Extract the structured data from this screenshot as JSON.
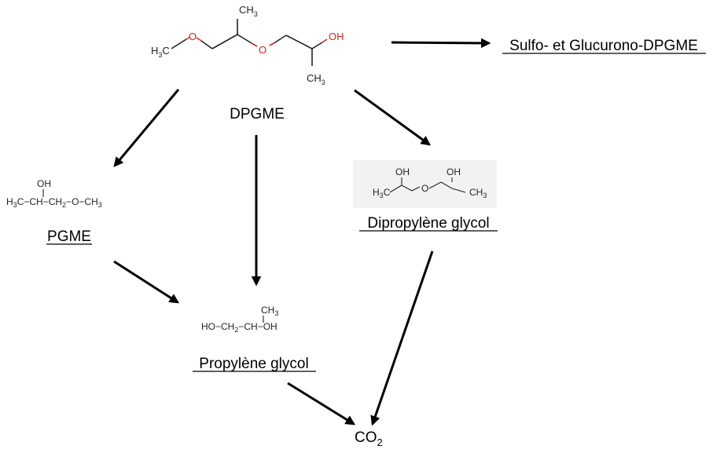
{
  "nodes": {
    "dpgme": "DPGME",
    "sulfo": "Sulfo- et Glucurono-DPGME",
    "pgme": "PGME",
    "dipropylene_glycol": "Dipropylène glycol",
    "propylene_glycol": "Propylène glycol",
    "co2_main": "CO",
    "co2_sub": "2"
  },
  "structures": {
    "dpgme": {
      "ch3_top": "CH",
      "ch3_top_sub": "3",
      "h3c_left": "H",
      "h3c_left_sub": "3",
      "h3c_left_c": "C",
      "o1": "O",
      "o2": "O",
      "oh": "OH",
      "ch3_bottom": "CH",
      "ch3_bottom_sub": "3"
    },
    "pgme": {
      "oh": "OH",
      "formula_a": "H",
      "formula_a_sub": "3",
      "formula_b": "C−CH−CH",
      "formula_b_sub": "2",
      "formula_c": "−O−CH",
      "formula_c_sub": "3"
    },
    "dipropylene_glycol": {
      "oh1": "OH",
      "oh2": "OH",
      "o": "O",
      "h3c": "H",
      "h3c_sub": "3",
      "h3c_c": "C",
      "ch3": "CH",
      "ch3_sub": "3"
    },
    "propylene_glycol": {
      "ch3": "CH",
      "ch3_sub": "3",
      "formula_a": "HO−CH",
      "formula_a_sub": "2",
      "formula_b": "−CH−OH"
    }
  },
  "colors": {
    "arrow": "#000000",
    "oxygen": "#e0241b",
    "bond": "#222222",
    "structure_box": "#f2f2f2"
  }
}
